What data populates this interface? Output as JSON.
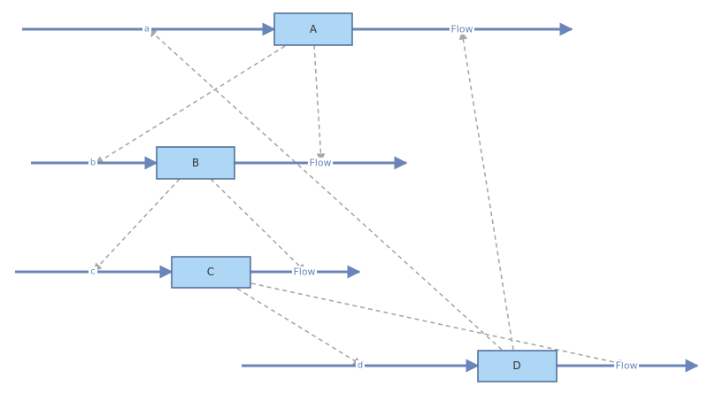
{
  "nodes": {
    "a": {
      "name": "A",
      "input": "a",
      "output": "Flow"
    },
    "b": {
      "name": "B",
      "input": "b",
      "output": "Flow"
    },
    "c": {
      "name": "C",
      "input": "c",
      "output": "Flow"
    },
    "d": {
      "name": "D",
      "input": "d",
      "output": "Flow"
    }
  },
  "colors": {
    "flow": "#6a85ba",
    "box_fill": "#aed6f5",
    "box_stroke": "#4d6a93",
    "dependency": "#a8a8a8"
  }
}
